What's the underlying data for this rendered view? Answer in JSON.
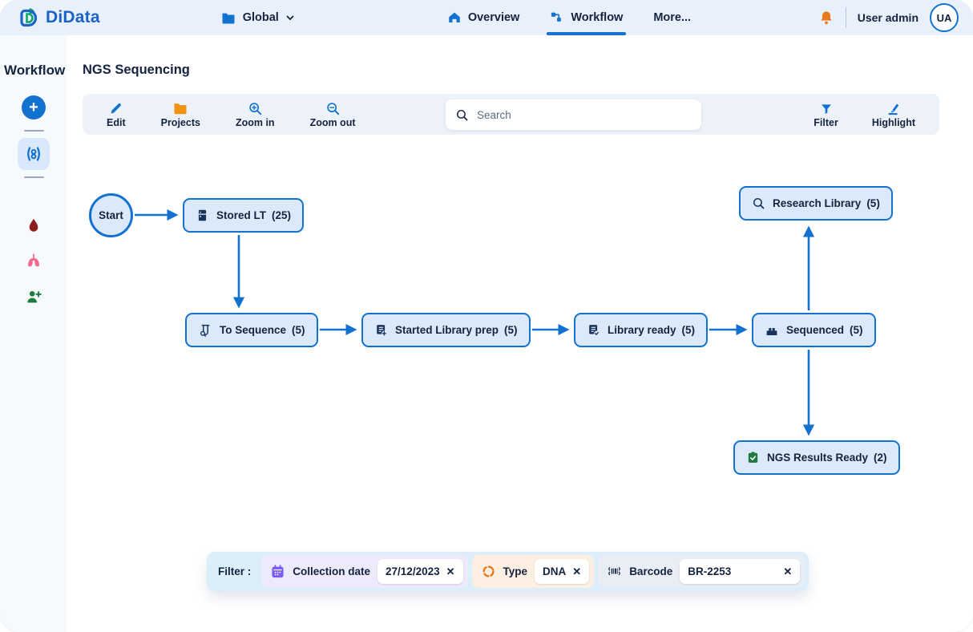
{
  "colors": {
    "accent_blue": "#1372d0",
    "navy_text": "#15233f",
    "node_fill": "#dbe9fa",
    "topbar_bg": "#e8f1fb",
    "toolbar_bg": "#edf2f8",
    "bell_orange": "#e8791d",
    "projects_orange": "#f09314",
    "brand_blue": "#1b63c7",
    "brand_green": "#0fa968",
    "blood_red": "#8f1d1d",
    "lungs_pink": "#f0698e",
    "person_green": "#1e7a3f",
    "calendar_purple": "#7c5cf0",
    "type_orange": "#e8731a"
  },
  "topbar": {
    "brand": "DiData",
    "scope": {
      "label": "Global",
      "icon": "folder-icon"
    },
    "nav": [
      {
        "label": "Overview",
        "icon": "home-icon",
        "active": false
      },
      {
        "label": "Workflow",
        "icon": "workflow-icon",
        "active": true
      },
      {
        "label": "More...",
        "icon": "",
        "active": false
      }
    ],
    "notifications_icon": "bell-icon",
    "user": {
      "name": "User admin",
      "initials": "UA"
    }
  },
  "sidebar": {
    "title": "Workflow",
    "add_button": "+",
    "items": [
      {
        "icon": "dna-icon",
        "selected": true
      },
      {
        "icon": "blood-drop-icon",
        "selected": false
      },
      {
        "icon": "lungs-icon",
        "selected": false
      },
      {
        "icon": "add-user-icon",
        "selected": false
      }
    ]
  },
  "main": {
    "title": "NGS Sequencing",
    "toolbar": {
      "buttons": [
        {
          "label": "Edit",
          "icon": "pencil-icon"
        },
        {
          "label": "Projects",
          "icon": "folder-icon"
        },
        {
          "label": "Zoom in",
          "icon": "zoom-in-icon"
        },
        {
          "label": "Zoom out",
          "icon": "zoom-out-icon"
        }
      ],
      "search": {
        "placeholder": "Search",
        "icon": "search-icon"
      },
      "right_buttons": [
        {
          "label": "Filter",
          "icon": "funnel-icon"
        },
        {
          "label": "Highlight",
          "icon": "highlighter-icon"
        }
      ]
    },
    "diagram": {
      "nodes": [
        {
          "id": "start",
          "label": "Start",
          "count": "",
          "icon": ""
        },
        {
          "id": "stored-lt",
          "label": "Stored LT",
          "count": "(25)",
          "icon": "freezer-icon"
        },
        {
          "id": "to-sequence",
          "label": "To Sequence",
          "count": "(5)",
          "icon": "tube-search-icon"
        },
        {
          "id": "started-library-prep",
          "label": "Started Library prep",
          "count": "(5)",
          "icon": "document-add-icon"
        },
        {
          "id": "library-ready",
          "label": "Library ready",
          "count": "(5)",
          "icon": "document-check-icon"
        },
        {
          "id": "sequenced",
          "label": "Sequenced",
          "count": "(5)",
          "icon": "sequencer-icon"
        },
        {
          "id": "research-library",
          "label": "Research Library",
          "count": "(5)",
          "icon": "search-icon"
        },
        {
          "id": "ngs-results-ready",
          "label": "NGS Results Ready",
          "count": "(2)",
          "icon": "clipboard-check-icon"
        }
      ],
      "edges": [
        {
          "from": "start",
          "to": "stored-lt"
        },
        {
          "from": "stored-lt",
          "to": "to-sequence"
        },
        {
          "from": "to-sequence",
          "to": "started-library-prep"
        },
        {
          "from": "started-library-prep",
          "to": "library-ready"
        },
        {
          "from": "library-ready",
          "to": "sequenced"
        },
        {
          "from": "sequenced",
          "to": "research-library"
        },
        {
          "from": "sequenced",
          "to": "ngs-results-ready"
        }
      ]
    },
    "filter_bar": {
      "label": "Filter :",
      "filters": [
        {
          "name": "Collection date",
          "value": "27/12/2023",
          "icon": "calendar-icon",
          "remove": "✕"
        },
        {
          "name": "Type",
          "value": "DNA",
          "icon": "refresh-type-icon",
          "remove": "✕"
        },
        {
          "name": "Barcode",
          "value": "BR-2253",
          "icon": "barcode-icon",
          "remove": "✕"
        }
      ]
    }
  }
}
